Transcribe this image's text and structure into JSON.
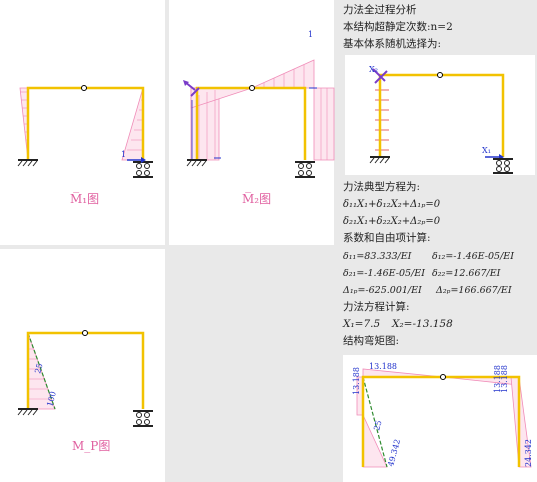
{
  "panels": {
    "m1_caption": "M̅₁图",
    "m2_caption": "M̅₂图",
    "mp_caption": "M_P图",
    "m1_load": "1",
    "m2_peak": "1",
    "mp_values": [
      "25",
      "100"
    ]
  },
  "analysis": {
    "title": "力法全过程分析",
    "degree": "本结构超静定次数:n=2",
    "basic_system": "基本体系随机选择为:",
    "typical_eq_title": "力法典型方程为:",
    "eq1": "δ₁₁X₁+δ₁₂X₂+Δ₁ₚ=0",
    "eq2": "δ₂₁X₁+δ₂₂X₂+Δ₂ₚ=0",
    "coef_title": "系数和自由项计算:",
    "d11": "δ₁₁=83.333/EI",
    "d12": "δ₁₂=-1.46E-05/EI",
    "d21": "δ₂₁=-1.46E-05/EI",
    "d22": "δ₂₂=12.667/EI",
    "D1p": "Δ₁ₚ=-625.001/EI",
    "D2p": "Δ₂ₚ=166.667/EI",
    "solve_title": "力法方程计算:",
    "x1": "X₁=7.5",
    "x2": "X₂=-13.158",
    "moment_title": "结构弯矩图:"
  },
  "basic_labels": {
    "x2": "X₂",
    "x1": "X₁"
  },
  "final_moments": [
    "13.188",
    "13.188",
    "13.188",
    "13.188",
    "25",
    "49.342",
    "24.342"
  ],
  "colors": {
    "frame": "#f2c200",
    "hatch": "#f08cb8",
    "blue": "#2233cc",
    "green": "#2e8b2e",
    "support": "#222222"
  }
}
